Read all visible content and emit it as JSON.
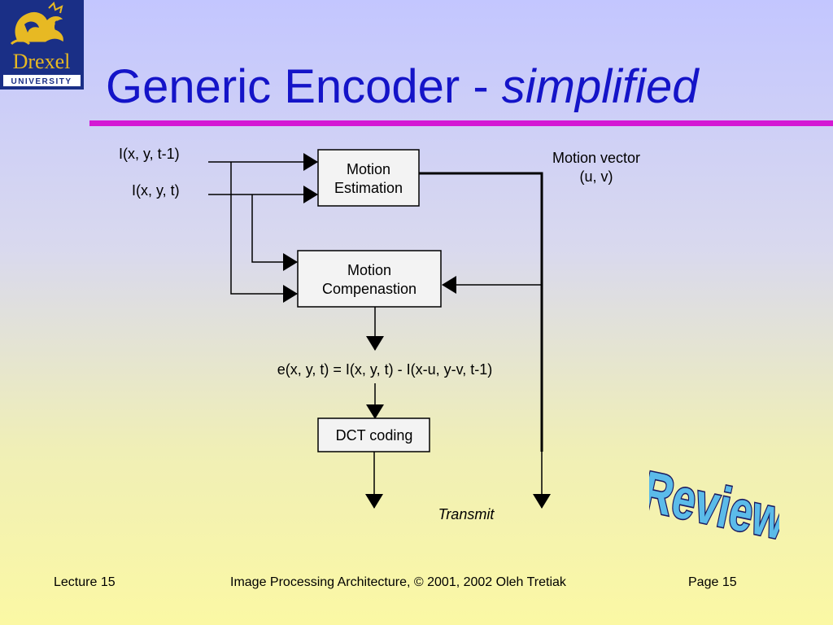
{
  "header": {
    "title_main": "Generic Encoder - ",
    "title_emphasis": "simplified",
    "logo": {
      "wordmark": "Drexel",
      "subtext": "UNIVERSITY",
      "icon": "dragon-icon"
    }
  },
  "diagram": {
    "inputs": {
      "prev_frame": "I(x, y, t-1)",
      "curr_frame": "I(x, y, t)"
    },
    "blocks": {
      "motion_estimation": [
        "Motion",
        "Estimation"
      ],
      "motion_compensation": [
        "Motion",
        "Compenastion"
      ],
      "dct": "DCT coding"
    },
    "motion_vector": [
      "Motion vector",
      "(u, v)"
    ],
    "error_equation": "e(x, y, t) = I(x, y, t) - I(x-u, y-v, t-1)",
    "output_label": "Transmit"
  },
  "stamp": {
    "text": "Review",
    "color": "#5bbbe9"
  },
  "footer": {
    "lecture": "Lecture 15",
    "copyright": "Image Processing Architecture, © 2001, 2002  Oleh Tretiak",
    "page": "Page 15"
  },
  "colors": {
    "title": "#1414c8",
    "rule": "#d419d4",
    "logo_bg": "#1a2f86",
    "logo_gold": "#e7b923"
  }
}
